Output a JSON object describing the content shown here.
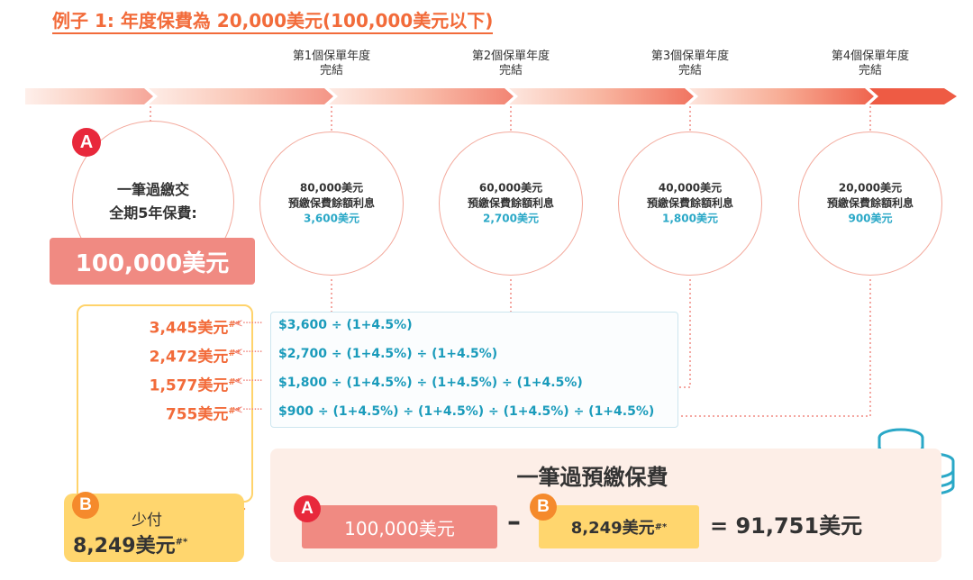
{
  "title": "例子 1: 年度保費為 20,000美元(100,000美元以下)",
  "year_labels": [
    {
      "line1": "第1個保單年度",
      "line2": "完結"
    },
    {
      "line1": "第2個保單年度",
      "line2": "完結"
    },
    {
      "line1": "第3個保單年度",
      "line2": "完結"
    },
    {
      "line1": "第4個保單年度",
      "line2": "完結"
    }
  ],
  "lump_sum": {
    "badge": "A",
    "line1": "一筆過繳交",
    "line2": "全期5年保費:",
    "amount": "100,000美元"
  },
  "circles": [
    {
      "balance": "80,000美元",
      "label": "預繳保費餘額利息",
      "interest": "3,600美元"
    },
    {
      "balance": "60,000美元",
      "label": "預繳保費餘額利息",
      "interest": "2,700美元"
    },
    {
      "balance": "40,000美元",
      "label": "預繳保費餘額利息",
      "interest": "1,800美元"
    },
    {
      "balance": "20,000美元",
      "label": "預繳保費餘額利息",
      "interest": "900美元"
    }
  ],
  "discounted_values": [
    {
      "value": "3,445美元",
      "mark": "#*"
    },
    {
      "value": "2,472美元",
      "mark": "#*"
    },
    {
      "value": "1,577美元",
      "mark": "#*"
    },
    {
      "value": "755美元",
      "mark": "#*"
    }
  ],
  "formulas": [
    "$3,600 ÷ (1+4.5%)",
    "$2,700 ÷ (1+4.5%) ÷ (1+4.5%)",
    "$1,800 ÷ (1+4.5%) ÷ (1+4.5%) ÷ (1+4.5%)",
    "$900 ÷ (1+4.5%) ÷ (1+4.5%) ÷ (1+4.5%) ÷ (1+4.5%)"
  ],
  "pay_less": {
    "badge": "B",
    "label": "少付",
    "value": "8,249美元",
    "mark": "#*"
  },
  "prepay_summary": {
    "title": "一筆過預繳保費",
    "badge_a": "A",
    "badge_b": "B",
    "a_value": "100,000美元",
    "minus": "–",
    "b_value": "8,249美元",
    "b_mark": "#*",
    "result": "= 91,751美元"
  },
  "colors": {
    "accent_orange": "#f26b3a",
    "badge_red": "#e8283b",
    "badge_orange": "#f58a2c",
    "formula_blue": "#1a9bbb",
    "salmon": "#f08a82",
    "yellow": "#ffd66e"
  },
  "icons": [
    "hand-coin-icon",
    "coin-stack-icon"
  ]
}
